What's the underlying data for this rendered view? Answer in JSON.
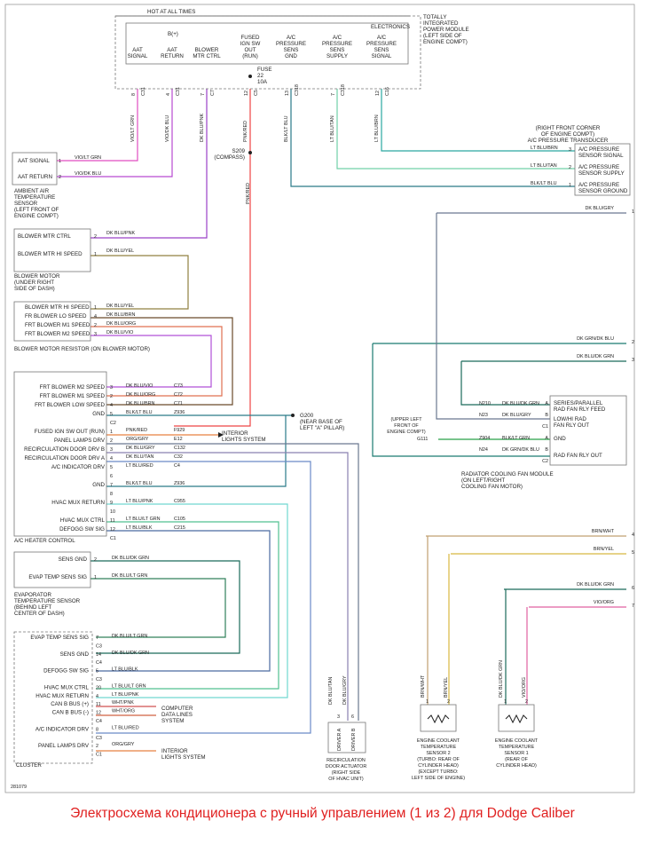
{
  "caption": "Электросхема кондиционера с ручный управлением (1 из 2) для Dodge Caliber",
  "figure_id": "281079",
  "tipm": {
    "hot": "HOT AT ALL TIMES",
    "bplus": "B(+)",
    "title": [
      "TOTALLY",
      "INTEGRATED",
      "POWER MODULE",
      "(LEFT SIDE OF",
      "ENGINE COMPT)"
    ],
    "electronics": "ELECTRONICS",
    "fuse": [
      "FUSE",
      "22",
      "10A"
    ],
    "cols": [
      [
        "AAT",
        "SIGNAL"
      ],
      [
        "AAT",
        "RETURN"
      ],
      [
        "BLOWER",
        "MTR CTRL"
      ],
      [
        "FUSED",
        "IGN SW",
        "OUT",
        "(RUN)"
      ],
      [
        "A/C",
        "PRESSURE",
        "SENS",
        "GND"
      ],
      [
        "A/C",
        "PRESSURE",
        "SENS",
        "SUPPLY"
      ],
      [
        "A/C",
        "PRESSURE",
        "SENS",
        "SIGNAL"
      ]
    ],
    "pins": [
      "8",
      "4",
      "7",
      "12",
      "13",
      "7",
      "12"
    ],
    "conns": [
      "C31",
      "C31",
      "C7",
      "C5",
      "C318",
      "C318",
      "C16"
    ]
  },
  "vwire": [
    "VIO/LT GRN",
    "VIO/DK BLU",
    "DK BLU/PNK",
    "PNK/RED",
    "BLK/LT BLU",
    "LT BLU/TAN",
    "LT BLU/BRN"
  ],
  "splice": {
    "name": "S209",
    "note": "(COMPASS)",
    "wire": "PNK/RED"
  },
  "aat": {
    "rows": [
      [
        "AAT SIGNAL",
        "1",
        "VIO/LT GRN"
      ],
      [
        "AAT RETURN",
        "2",
        "VIO/DK BLU"
      ]
    ],
    "desc": [
      "AMBIENT AIR",
      "TEMPERATURE",
      "SENSOR",
      "(LEFT FRONT OF",
      "ENGINE COMPT)"
    ]
  },
  "transducer": {
    "hdr": [
      "(RIGHT FRONT CORNER",
      "OF ENGINE COMPT)",
      "A/C PRESSURE TRANSDUCER"
    ],
    "rows": [
      [
        "3",
        "LT BLU/BRN",
        "A/C PRESSURE",
        "SENSOR SIGNAL"
      ],
      [
        "2",
        "LT BLU/TAN",
        "A/C PRESSURE",
        "SENSOR SUPPLY"
      ],
      [
        "1",
        "BLK/LT BLU",
        "A/C PRESSURE",
        "SENSOR GROUND"
      ]
    ]
  },
  "blower": {
    "rows": [
      [
        "BLOWER MTR CTRL",
        "2",
        "DK BLU/PNK"
      ],
      [
        "BLOWER MTR HI SPEED",
        "1",
        "DK BLU/YEL"
      ]
    ],
    "desc": [
      "BLOWER MOTOR",
      "(UNDER RIGHT",
      "SIDE OF DASH)"
    ]
  },
  "resistor": {
    "rows": [
      [
        "BLOWER MTR HI SPEED",
        "1",
        "DK BLU/YEL"
      ],
      [
        "FR BLOWER LO SPEED",
        "4",
        "DK BLU/BRN"
      ],
      [
        "FRT BLOWER M1 SPEED",
        "2",
        "DK BLU/ORG"
      ],
      [
        "FRT BLOWER M2 SPEED",
        "3",
        "DK BLU/VIO"
      ]
    ],
    "desc": "BLOWER MOTOR RESISTOR (ON BLOWER MOTOR)"
  },
  "conn1": {
    "label": "DK BLU/GRY",
    "num": "1"
  },
  "conn2": {
    "label": "DK GRN/DK BLU",
    "num": "2"
  },
  "conn3": {
    "label": "DK BLU/DK GRN",
    "num": "3"
  },
  "conn4": {
    "label": "BRN/WHT",
    "num": "4"
  },
  "conn5": {
    "label": "BRN/YEL",
    "num": "5"
  },
  "conn6": {
    "label": "DK BLU/DK GRN",
    "num": "6"
  },
  "conn7": {
    "label": "VIO/ORG",
    "num": "7"
  },
  "hvac": {
    "rows": [
      [
        "FRT BLOWER M2 SPEED",
        "3",
        "DK BLU/VIO",
        "C73"
      ],
      [
        "FRT BLOWER M1 SPEED",
        "2",
        "DK BLU/ORG",
        "C72"
      ],
      [
        "FRT BLOWER LOW SPEED",
        "4",
        "DK BLU/BRN",
        "C71"
      ],
      [
        "GND",
        "5",
        "BLK/LT BLU",
        "Z936"
      ],
      [
        "",
        "C2",
        "",
        ""
      ],
      [
        "FUSED IGN SW OUT (RUN)",
        "1",
        "PNK/RED",
        "F929"
      ],
      [
        "PANEL LAMPS DRV",
        "2",
        "ORG/GRY",
        "E12"
      ],
      [
        "RECIRCULATION DOOR DRV B",
        "3",
        "DK BLU/GRY",
        "C132"
      ],
      [
        "RECIRCULATION DOOR DRV A",
        "4",
        "DK BLU/TAN",
        "C32"
      ],
      [
        "A/C INDICATOR DRV",
        "5",
        "LT BLU/RED",
        "C4"
      ],
      [
        "",
        "6",
        "",
        ""
      ],
      [
        "GND",
        "7",
        "BLK/LT BLU",
        "Z936"
      ],
      [
        "",
        "8",
        "",
        ""
      ],
      [
        "HVAC MUX RETURN",
        "9",
        "LT BLU/PNK",
        "C955"
      ],
      [
        "",
        "10",
        "",
        ""
      ],
      [
        "HVAC MUX CTRL",
        "11",
        "LT BLU/LT GRN",
        "C105"
      ],
      [
        "DEFOGG SW SIG",
        "12",
        "LT BLU/BLK",
        "C215"
      ],
      [
        "",
        "C1",
        "",
        ""
      ]
    ],
    "title": "A/C HEATER CONTROL"
  },
  "interior1": [
    "INTERIOR",
    "LIGHTS SYSTEM"
  ],
  "g200": {
    "name": "G200",
    "note": [
      "(NEAR BASE OF",
      "LEFT \"A\" PILLAR)"
    ]
  },
  "rad": {
    "left": [
      [
        "N210",
        "DK BLU/DK GRN",
        "A"
      ],
      [
        "N23",
        "DK BLU/GRY",
        "B"
      ],
      [
        "",
        "",
        "C1"
      ],
      [
        "Z904",
        "BLK/LT GRN",
        "A"
      ],
      [
        "N24",
        "DK GRN/DK BLU",
        "B"
      ],
      [
        "",
        "",
        "C2"
      ]
    ],
    "names": [
      [
        "SERIES/PARALLEL",
        "RAD FAN RLY FEED"
      ],
      [
        "LOW/HI RAD",
        "FAN RLY OUT"
      ],
      [
        "GND"
      ],
      [
        "RAD FAN RLY OUT"
      ]
    ],
    "g111": "G111",
    "g111desc": [
      "(UPPER LEFT",
      "FRONT OF",
      "ENGINE COMPT)"
    ],
    "title": [
      "RADIATOR COOLING FAN MODULE",
      "(ON LEFT/RIGHT",
      "COOLING FAN MOTOR)"
    ]
  },
  "evap": {
    "rows": [
      [
        "SENS GND",
        "2",
        "DK BLU/DK GRN"
      ],
      [
        "EVAP TEMP SENS SIG",
        "1",
        "DK BLU/LT GRN"
      ]
    ],
    "desc": [
      "EVAPORATOR",
      "TEMPERATURE SENSOR",
      "(BEHIND LEFT",
      "CENTER OF DASH)"
    ]
  },
  "cluster": {
    "rows": [
      [
        "EVAP TEMP SENS SIG",
        "7",
        "DK BLU/LT GRN"
      ],
      [
        "",
        "C3",
        ""
      ],
      [
        "SENS GND",
        "14",
        "DK BLU/DK GRN"
      ],
      [
        "",
        "C4",
        ""
      ],
      [
        "DEFOGG SW SIG",
        "5",
        "LT BLU/BLK"
      ],
      [
        "",
        "C3",
        ""
      ],
      [
        "HVAC MUX CTRL",
        "20",
        "LT BLU/LT GRN"
      ],
      [
        "HVAC MUX RETURN",
        "4",
        "LT BLU/PNK"
      ],
      [
        "CAN B BUS (+)",
        "11",
        "WHT/PNK"
      ],
      [
        "CAN B BUS (-)",
        "12",
        "WHT/ORG"
      ],
      [
        "",
        "C4",
        ""
      ],
      [
        "A/C INDICATOR DRV",
        "8",
        "LT BLU/RED"
      ],
      [
        "",
        "C3",
        ""
      ],
      [
        "PANEL LAMPS DRV",
        "2",
        "ORG/GRY"
      ],
      [
        "",
        "C1",
        ""
      ]
    ],
    "title": "CLUSTER",
    "can_target": [
      "COMPUTER",
      "DATA LINES",
      "SYSTEM"
    ],
    "lamp_target": [
      "INTERIOR",
      "LIGHTS SYSTEM"
    ]
  },
  "recirc": {
    "wires": [
      "DK BLU/TAN",
      "DK BLU/GRY"
    ],
    "pins": [
      "3",
      "6"
    ],
    "labels": [
      "DRIVER A",
      "DRIVER B"
    ],
    "title": [
      "RECIRCULATION",
      "DOOR ACTUATOR",
      "(RIGHT SIDE",
      "OF HVAC UNIT)"
    ]
  },
  "ect2": {
    "wires": [
      "BRN/WHT",
      "BRN/YEL"
    ],
    "pins": [
      "1",
      "2"
    ],
    "title": [
      "ENGINE COOLANT",
      "TEMPERATURE",
      "SENSOR 2",
      "(TURBO: REAR OF",
      "CYLINDER HEAD)",
      "(EXCEPT TURBO:",
      "LEFT SIDE OF ENGINE)"
    ]
  },
  "ect1": {
    "wires": [
      "DK BLU/DK GRN",
      "VIO/ORG"
    ],
    "pins": [
      "1",
      "2"
    ],
    "title": [
      "ENGINE COOLANT",
      "TEMPERATURE",
      "SENSOR 1",
      "(REAR OF",
      "CYLINDER HEAD)"
    ]
  },
  "colors": {
    "vio_ltgrn": "#e04ec0",
    "vio_dkblu": "#b84ad0",
    "dkblu_pnk": "#9a40c8",
    "pnk_red": "#ee4444",
    "blk_ltblu": "#2a7a88",
    "ltblu_tan": "#70d0a8",
    "ltblu_brn": "#2aa8a0",
    "dkblu_yel": "#908040",
    "dkblu_brn": "#6a4a2a",
    "dkblu_org": "#e07050",
    "dkblu_vio": "#b050d8",
    "dkblu_gry": "#6a7890",
    "dkgrn_dkblu": "#1a7a70",
    "dkblu_dkgrn": "#1a6a5a",
    "brn_wht": "#c0a070",
    "brn_yel": "#d8b840",
    "vio_org": "#e060a0",
    "ltblu_red": "#6a8ac8",
    "ltblu_pnk": "#70d8d0",
    "ltblu_ltgrn": "#50c090",
    "ltblu_blk": "#4a6aa0",
    "dkblu_ltgrn": "#30805a",
    "org_gry": "#e88040",
    "dkblu_tan": "#8a80b0",
    "blk_ltgrn": "#28a048",
    "wht_pnk": "#d05050",
    "wht_org": "#d06040"
  }
}
